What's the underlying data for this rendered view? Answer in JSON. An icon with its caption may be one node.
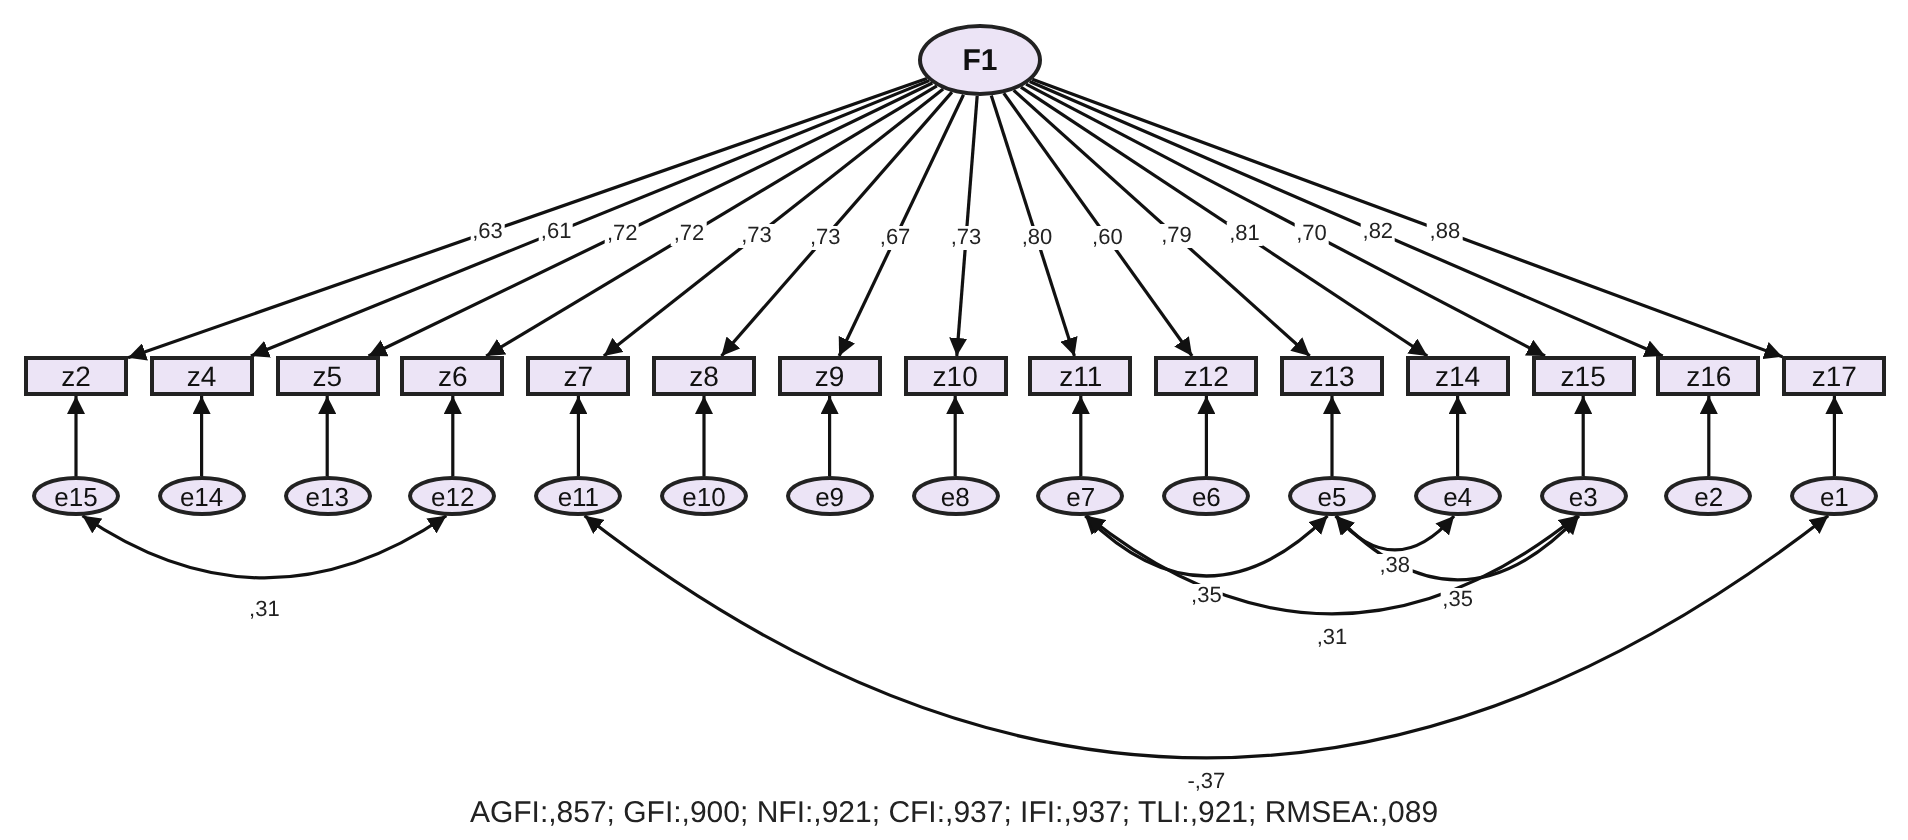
{
  "diagram": {
    "caption": "AGFI:,857; GFI:,900; NFI:,921; CFI:,937; IFI:,937; TLI:,921; RMSEA:,089",
    "nodes": [
      {
        "text": [
          "F1"
        ]
      },
      {
        "text": [
          "z2"
        ]
      },
      {
        "text": [
          "z4"
        ]
      },
      {
        "text": [
          "z5"
        ]
      },
      {
        "text": [
          "z6"
        ]
      },
      {
        "text": [
          "z7"
        ]
      },
      {
        "text": [
          "z8"
        ]
      },
      {
        "text": [
          "z9"
        ]
      },
      {
        "text": [
          "z10"
        ]
      },
      {
        "text": [
          "z11"
        ]
      },
      {
        "text": [
          "z12"
        ]
      },
      {
        "text": [
          "z13"
        ]
      },
      {
        "text": [
          "z14"
        ]
      },
      {
        "text": [
          "z15"
        ]
      },
      {
        "text": [
          "z16"
        ]
      },
      {
        "text": [
          "z17"
        ]
      },
      {
        "text": [
          "e15"
        ]
      },
      {
        "text": [
          "e14"
        ]
      },
      {
        "text": [
          "e13"
        ]
      },
      {
        "text": [
          "e12"
        ]
      },
      {
        "text": [
          "e11"
        ]
      },
      {
        "text": [
          "e10"
        ]
      },
      {
        "text": [
          "e9"
        ]
      },
      {
        "text": [
          "e8"
        ]
      },
      {
        "text": [
          "e7"
        ]
      },
      {
        "text": [
          "e6"
        ]
      },
      {
        "text": [
          "e5"
        ]
      },
      {
        "text": [
          "e4"
        ]
      },
      {
        "text": [
          "e3"
        ]
      },
      {
        "text": [
          "e2"
        ]
      },
      {
        "text": [
          "e1"
        ]
      }
    ],
    "edges": [
      {
        "from": 0,
        "to": 1,
        "arrow": "to",
        "label": ",63"
      },
      {
        "from": 0,
        "to": 2,
        "arrow": "to",
        "label": ",61"
      },
      {
        "from": 0,
        "to": 3,
        "arrow": "to",
        "label": ",72"
      },
      {
        "from": 0,
        "to": 4,
        "arrow": "to",
        "label": ",72"
      },
      {
        "from": 0,
        "to": 5,
        "arrow": "to",
        "label": ",73"
      },
      {
        "from": 0,
        "to": 6,
        "arrow": "to",
        "label": ",73"
      },
      {
        "from": 0,
        "to": 7,
        "arrow": "to",
        "label": ",67"
      },
      {
        "from": 0,
        "to": 8,
        "arrow": "to",
        "label": ",73"
      },
      {
        "from": 0,
        "to": 9,
        "arrow": "to",
        "label": ",80"
      },
      {
        "from": 0,
        "to": 10,
        "arrow": "to",
        "label": ",60"
      },
      {
        "from": 0,
        "to": 11,
        "arrow": "to",
        "label": ",79"
      },
      {
        "from": 0,
        "to": 12,
        "arrow": "to",
        "label": ",81"
      },
      {
        "from": 0,
        "to": 13,
        "arrow": "to",
        "label": ",70"
      },
      {
        "from": 0,
        "to": 14,
        "arrow": "to",
        "label": ",82"
      },
      {
        "from": 0,
        "to": 15,
        "arrow": "to",
        "label": ",88"
      },
      {
        "from": 16,
        "to": 1,
        "arrow": "to"
      },
      {
        "from": 17,
        "to": 2,
        "arrow": "to"
      },
      {
        "from": 18,
        "to": 3,
        "arrow": "to"
      },
      {
        "from": 19,
        "to": 4,
        "arrow": "to"
      },
      {
        "from": 20,
        "to": 5,
        "arrow": "to"
      },
      {
        "from": 21,
        "to": 6,
        "arrow": "to"
      },
      {
        "from": 22,
        "to": 7,
        "arrow": "to"
      },
      {
        "from": 23,
        "to": 8,
        "arrow": "to"
      },
      {
        "from": 24,
        "to": 9,
        "arrow": "to"
      },
      {
        "from": 25,
        "to": 10,
        "arrow": "to"
      },
      {
        "from": 26,
        "to": 11,
        "arrow": "to"
      },
      {
        "from": 27,
        "to": 12,
        "arrow": "to"
      },
      {
        "from": 28,
        "to": 13,
        "arrow": "to"
      },
      {
        "from": 29,
        "to": 14,
        "arrow": "to"
      },
      {
        "from": 30,
        "to": 15,
        "arrow": "to"
      },
      {
        "from": 16,
        "to": 19,
        "arrow": "both",
        "label": ",31"
      },
      {
        "from": 20,
        "to": 30,
        "arrow": "both",
        "label": "-,37"
      },
      {
        "from": 24,
        "to": 26,
        "arrow": "both",
        "label": ",35"
      },
      {
        "from": 26,
        "to": 27,
        "arrow": "both",
        "label": ",38"
      },
      {
        "from": 26,
        "to": 28,
        "arrow": "both",
        "label": ",35"
      },
      {
        "from": 24,
        "to": 28,
        "arrow": "both",
        "label": ",31"
      }
    ]
  }
}
